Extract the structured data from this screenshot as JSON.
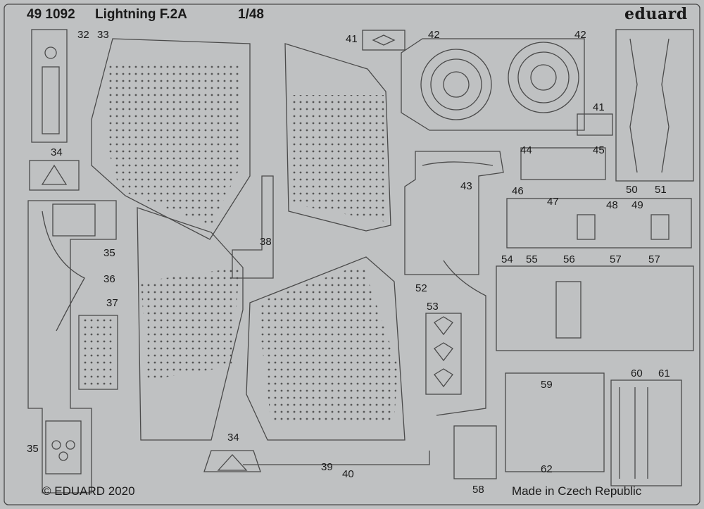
{
  "header": {
    "set_number": "49 1092",
    "title": "Lightning F.2A",
    "scale": "1/48",
    "brand": "eduard"
  },
  "footer": {
    "copyright": "© EDUARD 2020",
    "origin": "Made in Czech Republic"
  },
  "part_numbers": {
    "p32": "32",
    "p33": "33",
    "p34a": "34",
    "p34b": "34",
    "p35a": "35",
    "p35b": "35",
    "p36": "36",
    "p37": "37",
    "p38": "38",
    "p39": "39",
    "p40": "40",
    "p41a": "41",
    "p41b": "41",
    "p42a": "42",
    "p42b": "42",
    "p43": "43",
    "p44": "44",
    "p45": "45",
    "p46": "46",
    "p47": "47",
    "p48": "48",
    "p49": "49",
    "p50": "50",
    "p51": "51",
    "p52": "52",
    "p53": "53",
    "p54": "54",
    "p55": "55",
    "p56": "56",
    "p57a": "57",
    "p57b": "57",
    "p58": "58",
    "p59": "59",
    "p60": "60",
    "p61": "61",
    "p62": "62"
  },
  "colors": {
    "fret": "#bfc1c2",
    "part_fill": "#c6c8c9",
    "line": "#4a4a4a",
    "text": "#1a1a1a"
  }
}
